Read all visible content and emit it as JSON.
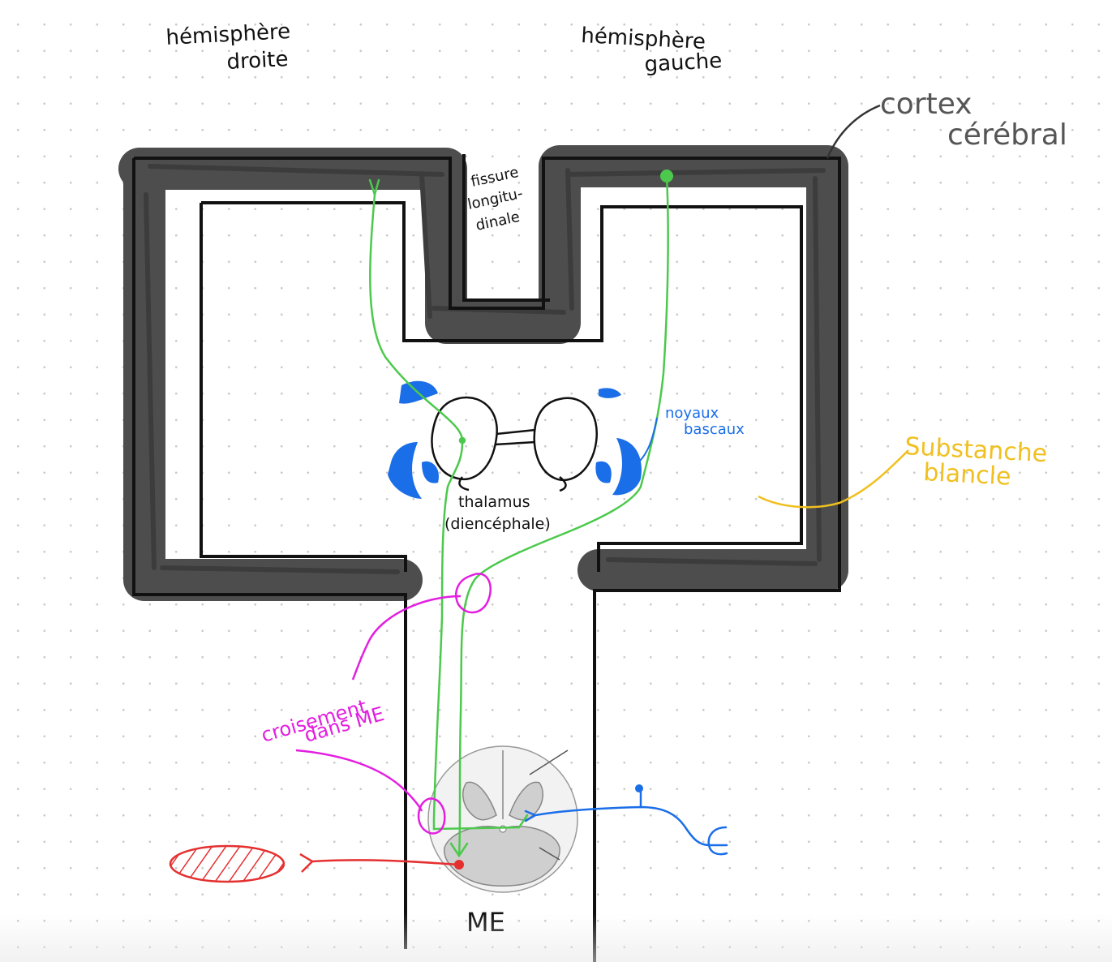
{
  "labels": {
    "right_hemisphere": [
      "hémisphère",
      "droite"
    ],
    "left_hemisphere": [
      "hémisphère",
      "gauche"
    ],
    "cortex": [
      "cortex",
      "cérébral"
    ],
    "fissure": [
      "fissure",
      "longitu-",
      "dinale"
    ],
    "thalamus": [
      "thalamus",
      "(diencéphale)"
    ],
    "nuclei": [
      "noyaux",
      "bascaux"
    ],
    "white_matter": [
      "Substanche",
      "blancle"
    ],
    "crossing": [
      "croisement",
      "dans ME"
    ],
    "spinal_cord": "ME"
  },
  "colors": {
    "ink": "#111111",
    "cortex": "#4d4d4d",
    "pathway_green": "#4cc94c",
    "nuclei_blue": "#1a6ee8",
    "receptor_blue": "#1a6ee8",
    "crossing_magenta": "#e31ee0",
    "white_matter_yellow": "#f0c020",
    "stimulus_red": "#e53030",
    "cord_grey": "#d9d9d9"
  }
}
